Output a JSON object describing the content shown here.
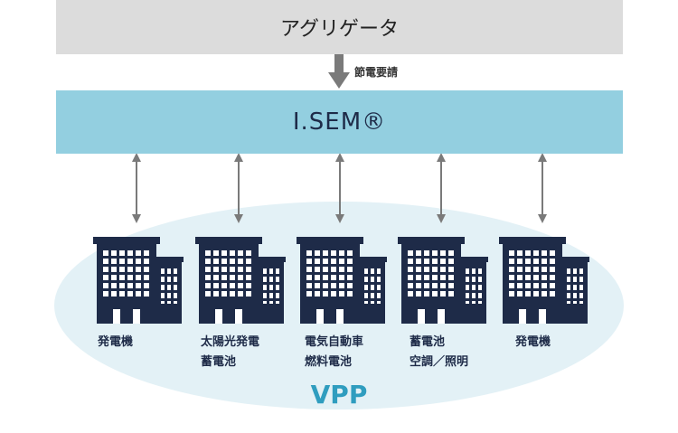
{
  "aggregator": {
    "label": "アグリゲータ"
  },
  "isem": {
    "label": "I.SEM®"
  },
  "request": {
    "label": "節電要請"
  },
  "vpp": {
    "label": "VPP"
  },
  "colors": {
    "aggregator_bg": "#dcdcdc",
    "isem_bg": "#93cfe0",
    "ellipse_fill": "#e3f1f6",
    "building": "#1e2b48",
    "arrow": "#7a7a7a",
    "vpp_text": "#2f9dbf"
  },
  "facilities": [
    {
      "line1": "発電機",
      "line2": ""
    },
    {
      "line1": "太陽光発電",
      "line2": "蓄電池"
    },
    {
      "line1": "電気自動車",
      "line2": "燃料電池"
    },
    {
      "line1": "蓄電池",
      "line2": "空調／照明"
    },
    {
      "line1": "発電機",
      "line2": ""
    }
  ]
}
